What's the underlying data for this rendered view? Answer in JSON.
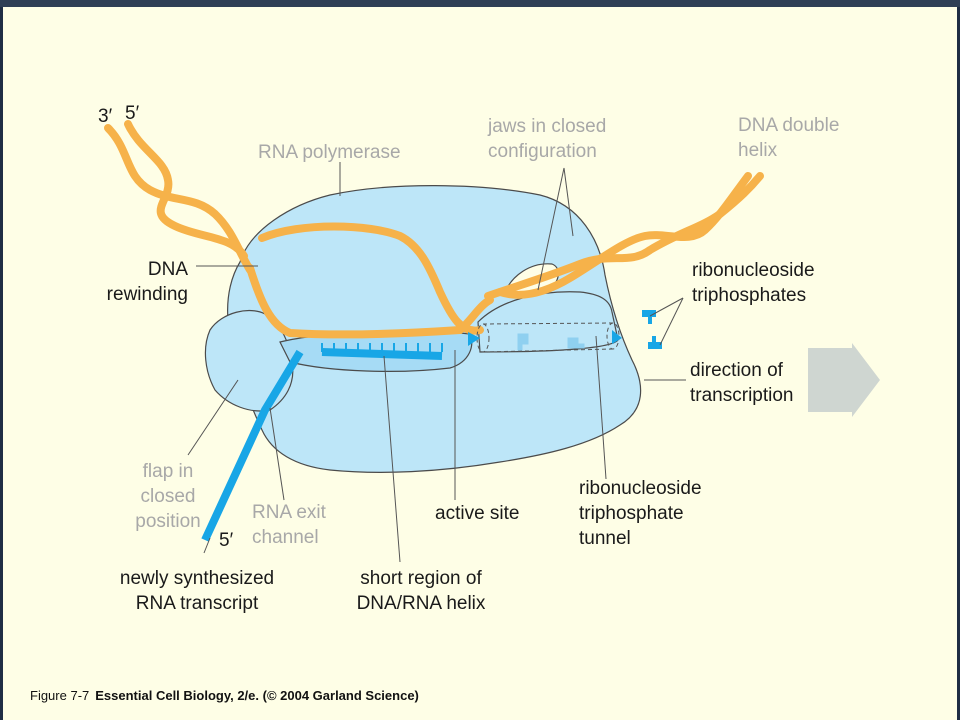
{
  "labels": {
    "strand_3prime": "3′",
    "strand_5prime": "5′",
    "rna_polymerase": "RNA polymerase",
    "jaws": "jaws in closed\nconfiguration",
    "dna_double_helix": "DNA double\nhelix",
    "dna_rewinding": "DNA\nrewinding",
    "ribonucleoside_triphosphates": "ribonucleoside\ntriphosphates",
    "direction": "direction of\ntranscription",
    "flap": "flap in\nclosed\nposition",
    "rna_exit": "RNA exit\nchannel",
    "active_site": "active site",
    "tunnel": "ribonucleoside\ntriphosphate\ntunnel",
    "rna_5prime": "5′",
    "newly_synthesized": "newly synthesized\nRNA transcript",
    "short_region": "short region of\nDNA/RNA helix"
  },
  "caption": {
    "figure": "Figure 7-7",
    "text": "Essential Cell Biology, 2/e. (© 2004 Garland Science)"
  },
  "colors": {
    "background": "#fefee6",
    "polymerase": "#bde6f8",
    "dna": "#f6b24a",
    "rna": "#18a6e6",
    "arrow": "#cfd6d1"
  }
}
